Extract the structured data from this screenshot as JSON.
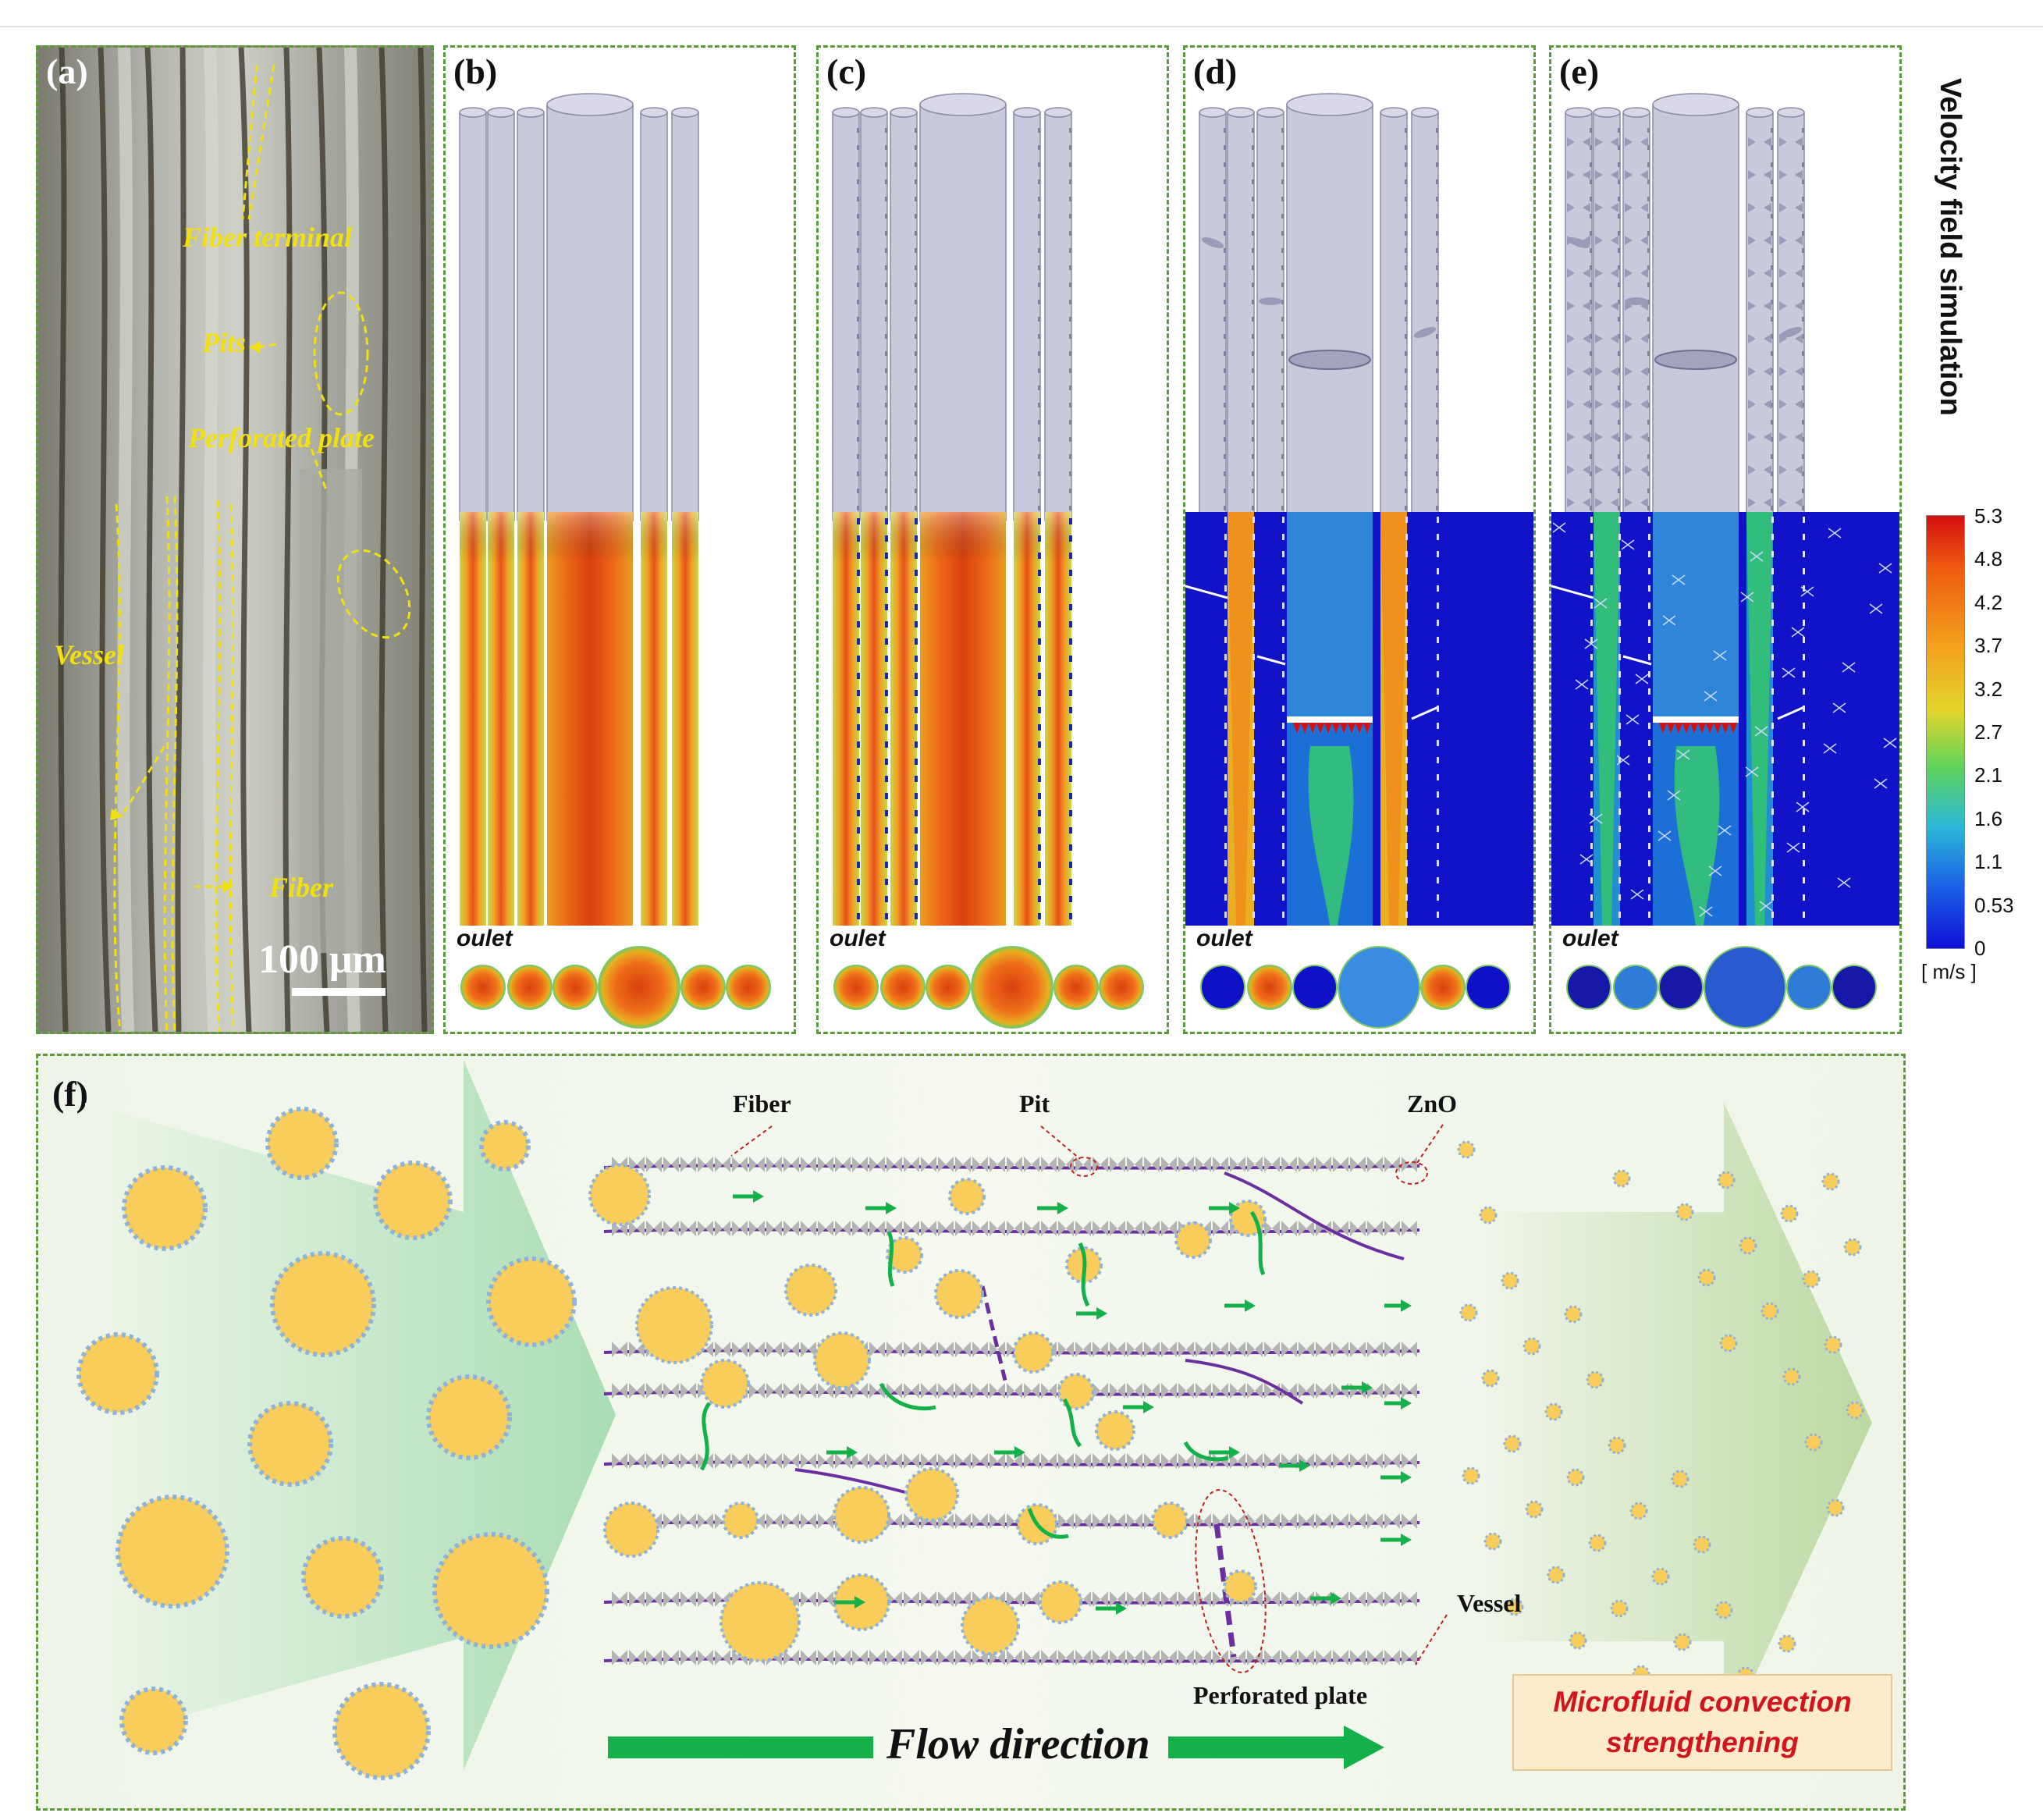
{
  "panels": {
    "a": {
      "label": "(a)",
      "annotations": {
        "fiber_terminal": "Fiber terminal",
        "pits": "Pits",
        "perforated_plate": "Perforated plate",
        "vessel": "Vessel",
        "fiber": "Fiber"
      },
      "scale_bar": "100 μm"
    },
    "b": {
      "label": "(b)",
      "outlet": "oulet"
    },
    "c": {
      "label": "(c)",
      "outlet": "oulet"
    },
    "d": {
      "label": "(d)",
      "outlet": "oulet"
    },
    "e": {
      "label": "(e)",
      "outlet": "oulet"
    },
    "f": {
      "label": "(f)",
      "labels": {
        "fiber": "Fiber",
        "pit": "Pit",
        "zno": "ZnO",
        "vessel": "Vessel",
        "perforated_plate": "Perforated plate",
        "flow_direction": "Flow direction",
        "microfluid_line1": "Microfluid convection",
        "microfluid_line2": "strengthening"
      }
    }
  },
  "colorbar": {
    "title": "Velocity field simulation",
    "ticks": [
      "5.3",
      "4.8",
      "4.2",
      "3.7",
      "3.2",
      "2.7",
      "2.1",
      "1.6",
      "1.1",
      "0.53",
      "0"
    ],
    "unit": "[ m/s ]",
    "colors": [
      "#d40f0f",
      "#f05a10",
      "#f3a01c",
      "#e3d52a",
      "#5fd35a",
      "#2bb8d9",
      "#1a5fe6",
      "#1010d8"
    ]
  },
  "colors": {
    "frame": "#5a9a3a",
    "particle": "#f8cd5b",
    "particle_border": "#8fb3d8",
    "fiber_line": "#6b2fa0",
    "flow_arrow": "#14b04a",
    "annotation": "#f0e010",
    "cell_gray": "#c9c9dc"
  }
}
